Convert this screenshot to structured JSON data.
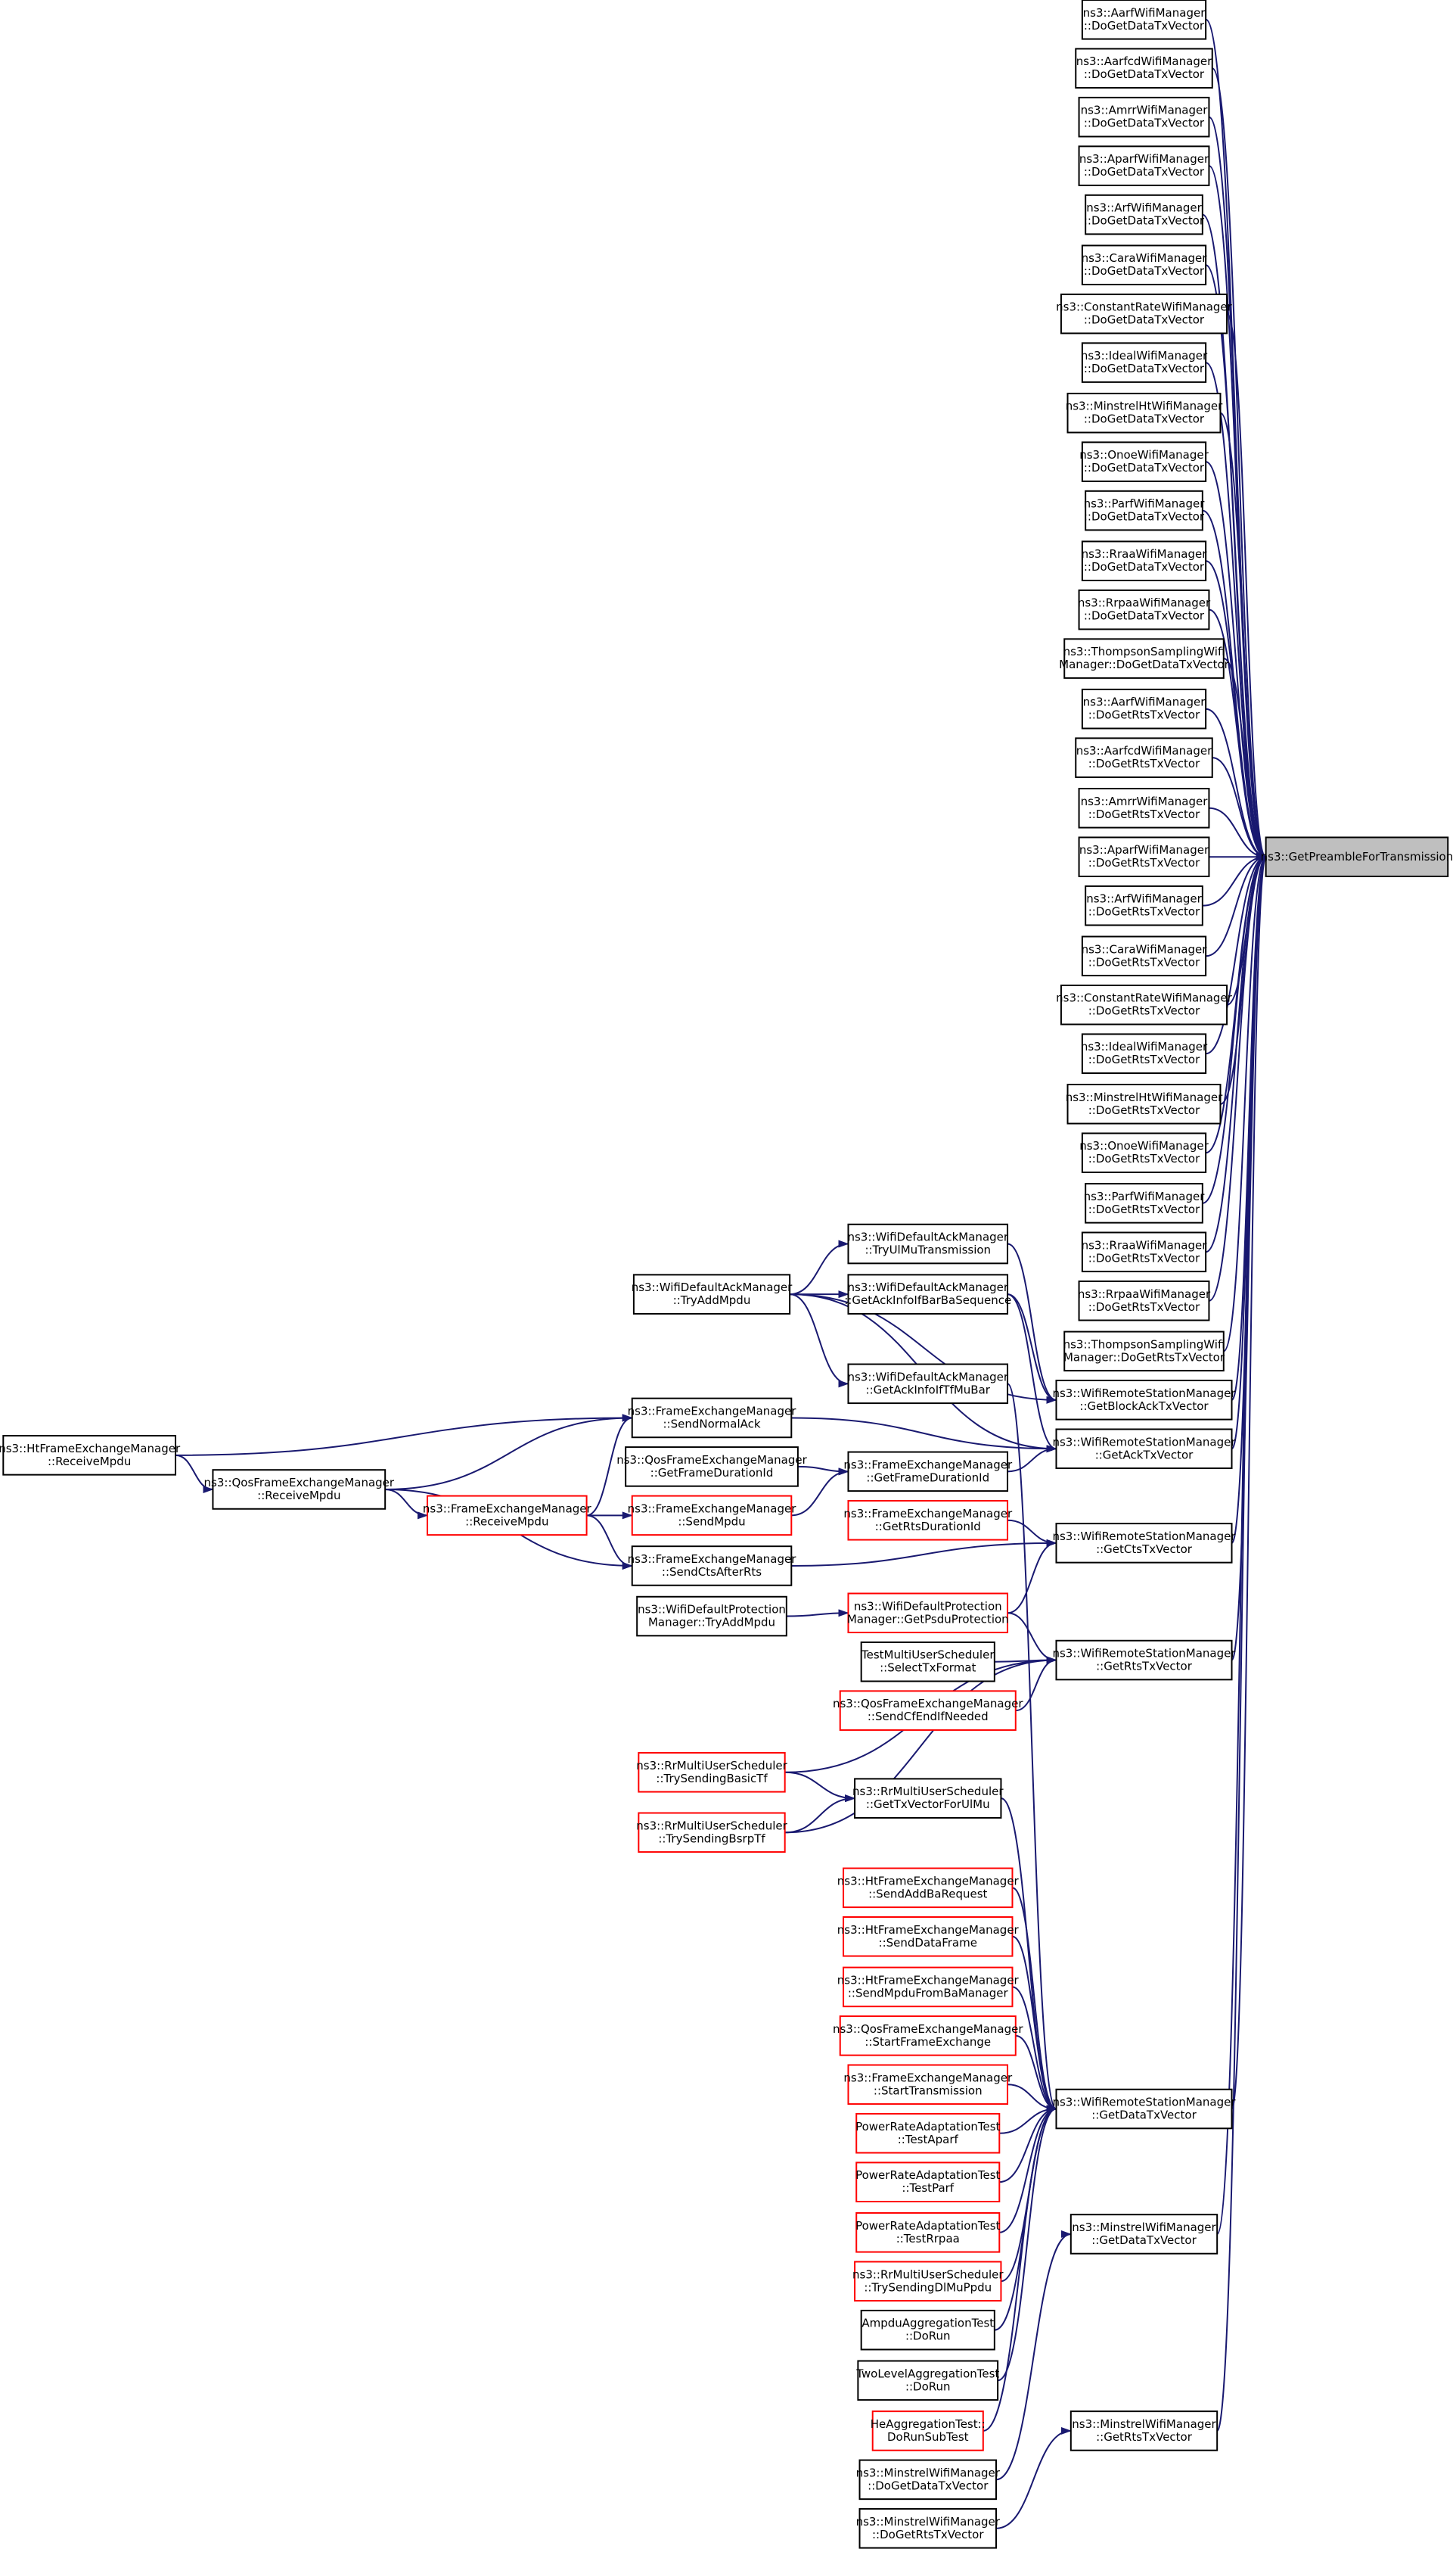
{
  "colors": {
    "edge": "#191970",
    "node_border": "#000000",
    "node_border_incomplete": "#ff0000",
    "target_fill": "#bfbfbf",
    "node_fill": "#ffffff"
  },
  "nodes": [
    {
      "id": "target",
      "lines": [
        "ns3::GetPreambleForTransmission"
      ],
      "style": "target",
      "interactable": true
    },
    {
      "id": "aarf_data",
      "lines": [
        "ns3::AarfWifiManager",
        "::DoGetDataTxVector"
      ],
      "style": "normal"
    },
    {
      "id": "aarfcd_data",
      "lines": [
        "ns3::AarfcdWifiManager",
        "::DoGetDataTxVector"
      ],
      "style": "normal"
    },
    {
      "id": "amrr_data",
      "lines": [
        "ns3::AmrrWifiManager",
        "::DoGetDataTxVector"
      ],
      "style": "normal"
    },
    {
      "id": "aparf_data",
      "lines": [
        "ns3::AparfWifiManager",
        "::DoGetDataTxVector"
      ],
      "style": "normal"
    },
    {
      "id": "arf_data",
      "lines": [
        "ns3::ArfWifiManager",
        "::DoGetDataTxVector"
      ],
      "style": "normal"
    },
    {
      "id": "cara_data",
      "lines": [
        "ns3::CaraWifiManager",
        "::DoGetDataTxVector"
      ],
      "style": "normal"
    },
    {
      "id": "constant_data",
      "lines": [
        "ns3::ConstantRateWifiManager",
        "::DoGetDataTxVector"
      ],
      "style": "normal"
    },
    {
      "id": "ideal_data",
      "lines": [
        "ns3::IdealWifiManager",
        "::DoGetDataTxVector"
      ],
      "style": "normal"
    },
    {
      "id": "minstrelht_data",
      "lines": [
        "ns3::MinstrelHtWifiManager",
        "::DoGetDataTxVector"
      ],
      "style": "normal"
    },
    {
      "id": "onoe_data",
      "lines": [
        "ns3::OnoeWifiManager",
        "::DoGetDataTxVector"
      ],
      "style": "normal"
    },
    {
      "id": "parf_data",
      "lines": [
        "ns3::ParfWifiManager",
        "::DoGetDataTxVector"
      ],
      "style": "normal"
    },
    {
      "id": "rraa_data",
      "lines": [
        "ns3::RraaWifiManager",
        "::DoGetDataTxVector"
      ],
      "style": "normal"
    },
    {
      "id": "rrpaa_data",
      "lines": [
        "ns3::RrpaaWifiManager",
        "::DoGetDataTxVector"
      ],
      "style": "normal"
    },
    {
      "id": "thompson_data",
      "lines": [
        "ns3::ThompsonSamplingWifi",
        "Manager::DoGetDataTxVector"
      ],
      "style": "normal"
    },
    {
      "id": "aarf_rts",
      "lines": [
        "ns3::AarfWifiManager",
        "::DoGetRtsTxVector"
      ],
      "style": "normal"
    },
    {
      "id": "aarfcd_rts",
      "lines": [
        "ns3::AarfcdWifiManager",
        "::DoGetRtsTxVector"
      ],
      "style": "normal"
    },
    {
      "id": "amrr_rts",
      "lines": [
        "ns3::AmrrWifiManager",
        "::DoGetRtsTxVector"
      ],
      "style": "normal"
    },
    {
      "id": "aparf_rts",
      "lines": [
        "ns3::AparfWifiManager",
        "::DoGetRtsTxVector"
      ],
      "style": "normal"
    },
    {
      "id": "arf_rts",
      "lines": [
        "ns3::ArfWifiManager",
        "::DoGetRtsTxVector"
      ],
      "style": "normal"
    },
    {
      "id": "cara_rts",
      "lines": [
        "ns3::CaraWifiManager",
        "::DoGetRtsTxVector"
      ],
      "style": "normal"
    },
    {
      "id": "constant_rts",
      "lines": [
        "ns3::ConstantRateWifiManager",
        "::DoGetRtsTxVector"
      ],
      "style": "normal"
    },
    {
      "id": "ideal_rts",
      "lines": [
        "ns3::IdealWifiManager",
        "::DoGetRtsTxVector"
      ],
      "style": "normal"
    },
    {
      "id": "minstrelht_rts",
      "lines": [
        "ns3::MinstrelHtWifiManager",
        "::DoGetRtsTxVector"
      ],
      "style": "normal"
    },
    {
      "id": "onoe_rts",
      "lines": [
        "ns3::OnoeWifiManager",
        "::DoGetRtsTxVector"
      ],
      "style": "normal"
    },
    {
      "id": "parf_rts",
      "lines": [
        "ns3::ParfWifiManager",
        "::DoGetRtsTxVector"
      ],
      "style": "normal"
    },
    {
      "id": "rraa_rts",
      "lines": [
        "ns3::RraaWifiManager",
        "::DoGetRtsTxVector"
      ],
      "style": "normal"
    },
    {
      "id": "rrpaa_rts",
      "lines": [
        "ns3::RrpaaWifiManager",
        "::DoGetRtsTxVector"
      ],
      "style": "normal"
    },
    {
      "id": "thompson_rts",
      "lines": [
        "ns3::ThompsonSamplingWifi",
        "Manager::DoGetRtsTxVector"
      ],
      "style": "normal"
    },
    {
      "id": "wrsm_blockack",
      "lines": [
        "ns3::WifiRemoteStationManager",
        "::GetBlockAckTxVector"
      ],
      "style": "normal"
    },
    {
      "id": "wrsm_ack",
      "lines": [
        "ns3::WifiRemoteStationManager",
        "::GetAckTxVector"
      ],
      "style": "normal"
    },
    {
      "id": "wrsm_cts",
      "lines": [
        "ns3::WifiRemoteStationManager",
        "::GetCtsTxVector"
      ],
      "style": "normal"
    },
    {
      "id": "wrsm_rts",
      "lines": [
        "ns3::WifiRemoteStationManager",
        "::GetRtsTxVector"
      ],
      "style": "normal"
    },
    {
      "id": "wrsm_data",
      "lines": [
        "ns3::WifiRemoteStationManager",
        "::GetDataTxVector"
      ],
      "style": "normal"
    },
    {
      "id": "minstrel_data",
      "lines": [
        "ns3::MinstrelWifiManager",
        "::GetDataTxVector"
      ],
      "style": "normal"
    },
    {
      "id": "minstrel_rts",
      "lines": [
        "ns3::MinstrelWifiManager",
        "::GetRtsTxVector"
      ],
      "style": "normal"
    },
    {
      "id": "wdam_ulmu",
      "lines": [
        "ns3::WifiDefaultAckManager",
        "::TryUlMuTransmission"
      ],
      "style": "normal"
    },
    {
      "id": "wdam_getack",
      "lines": [
        "ns3::WifiDefaultAckManager",
        "::GetAckInfoIfBarBaSequence"
      ],
      "style": "normal"
    },
    {
      "id": "wdam_tfmubar",
      "lines": [
        "ns3::WifiDefaultAckManager",
        "::GetAckInfoIfTfMuBar"
      ],
      "style": "normal"
    },
    {
      "id": "wdam_tryadd",
      "lines": [
        "ns3::WifiDefaultAckManager",
        "::TryAddMpdu"
      ],
      "style": "normal"
    },
    {
      "id": "fem_getframe",
      "lines": [
        "ns3::FrameExchangeManager",
        "::GetFrameDurationId"
      ],
      "style": "normal"
    },
    {
      "id": "fem_getrts",
      "lines": [
        "ns3::FrameExchangeManager",
        "::GetRtsDurationId"
      ],
      "style": "incomplete"
    },
    {
      "id": "wdp_getpsdu",
      "lines": [
        "ns3::WifiDefaultProtection",
        "Manager::GetPsduProtection"
      ],
      "style": "incomplete"
    },
    {
      "id": "tmus_select",
      "lines": [
        "TestMultiUserScheduler",
        "::SelectTxFormat"
      ],
      "style": "normal"
    },
    {
      "id": "qfem_sendcf",
      "lines": [
        "ns3::QosFrameExchangeManager",
        "::SendCfEndIfNeeded"
      ],
      "style": "incomplete"
    },
    {
      "id": "rrmus_gettx",
      "lines": [
        "ns3::RrMultiUserScheduler",
        "::GetTxVectorForUlMu"
      ],
      "style": "normal"
    },
    {
      "id": "fem_sendnormal",
      "lines": [
        "ns3::FrameExchangeManager",
        "::SendNormalAck"
      ],
      "style": "normal"
    },
    {
      "id": "qfem_getframe",
      "lines": [
        "ns3::QosFrameExchangeManager",
        "::GetFrameDurationId"
      ],
      "style": "normal"
    },
    {
      "id": "fem_sendmpdu",
      "lines": [
        "ns3::FrameExchangeManager",
        "::SendMpdu"
      ],
      "style": "incomplete"
    },
    {
      "id": "fem_sendcts",
      "lines": [
        "ns3::FrameExchangeManager",
        "::SendCtsAfterRts"
      ],
      "style": "normal"
    },
    {
      "id": "wdp_tryadd",
      "lines": [
        "ns3::WifiDefaultProtection",
        "Manager::TryAddMpdu"
      ],
      "style": "normal"
    },
    {
      "id": "fem_receive",
      "lines": [
        "ns3::FrameExchangeManager",
        "::ReceiveMpdu"
      ],
      "style": "incomplete"
    },
    {
      "id": "qfem_receive",
      "lines": [
        "ns3::QosFrameExchangeManager",
        "::ReceiveMpdu"
      ],
      "style": "normal"
    },
    {
      "id": "htfem_receive",
      "lines": [
        "ns3::HtFrameExchangeManager",
        "::ReceiveMpdu"
      ],
      "style": "normal"
    },
    {
      "id": "rrmus_basic",
      "lines": [
        "ns3::RrMultiUserScheduler",
        "::TrySendingBasicTf"
      ],
      "style": "incomplete"
    },
    {
      "id": "rrmus_bsrp",
      "lines": [
        "ns3::RrMultiUserScheduler",
        "::TrySendingBsrpTf"
      ],
      "style": "incomplete"
    },
    {
      "id": "htfem_addba",
      "lines": [
        "ns3::HtFrameExchangeManager",
        "::SendAddBaRequest"
      ],
      "style": "incomplete"
    },
    {
      "id": "htfem_senddata",
      "lines": [
        "ns3::HtFrameExchangeManager",
        "::SendDataFrame"
      ],
      "style": "incomplete"
    },
    {
      "id": "htfem_sendmpdu",
      "lines": [
        "ns3::HtFrameExchangeManager",
        "::SendMpduFromBaManager"
      ],
      "style": "incomplete"
    },
    {
      "id": "qfem_start",
      "lines": [
        "ns3::QosFrameExchangeManager",
        "::StartFrameExchange"
      ],
      "style": "incomplete"
    },
    {
      "id": "fem_start",
      "lines": [
        "ns3::FrameExchangeManager",
        "::StartTransmission"
      ],
      "style": "incomplete"
    },
    {
      "id": "prat_aparf",
      "lines": [
        "PowerRateAdaptationTest",
        "::TestAparf"
      ],
      "style": "incomplete"
    },
    {
      "id": "prat_parf",
      "lines": [
        "PowerRateAdaptationTest",
        "::TestParf"
      ],
      "style": "incomplete"
    },
    {
      "id": "prat_rrpaa",
      "lines": [
        "PowerRateAdaptationTest",
        "::TestRrpaa"
      ],
      "style": "incomplete"
    },
    {
      "id": "rrmus_dlmu",
      "lines": [
        "ns3::RrMultiUserScheduler",
        "::TrySendingDlMuPpdu"
      ],
      "style": "incomplete"
    },
    {
      "id": "ampdu_run",
      "lines": [
        "AmpduAggregationTest",
        "::DoRun"
      ],
      "style": "normal"
    },
    {
      "id": "twolevel_run",
      "lines": [
        "TwoLevelAggregationTest",
        "::DoRun"
      ],
      "style": "normal"
    },
    {
      "id": "heagg_run",
      "lines": [
        "HeAggregationTest::",
        "DoRunSubTest"
      ],
      "style": "incomplete"
    },
    {
      "id": "minstrel_dodata",
      "lines": [
        "ns3::MinstrelWifiManager",
        "::DoGetDataTxVector"
      ],
      "style": "normal"
    },
    {
      "id": "minstrel_dorts",
      "lines": [
        "ns3::MinstrelWifiManager",
        "::DoGetRtsTxVector"
      ],
      "style": "normal"
    }
  ]
}
